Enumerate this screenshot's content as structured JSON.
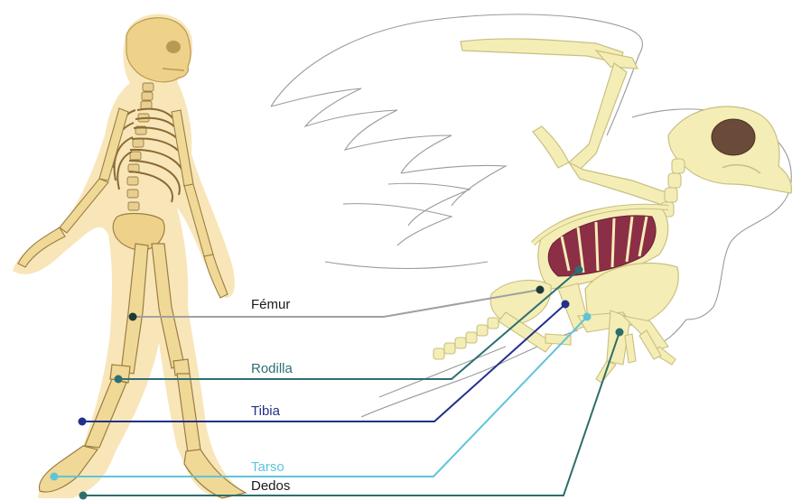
{
  "labels": {
    "femur": "Fémur",
    "rodilla": "Rodilla",
    "tibia": "Tibia",
    "tarso": "Tarso",
    "dedos": "Dedos"
  },
  "colors": {
    "femur": "#a0a0a0",
    "femur_dot": "#1e3a36",
    "rodilla": "#2e6e72",
    "tibia": "#23308a",
    "tarso": "#5ec4da",
    "dedos": "#2e6e6a",
    "bone": "#f4eeb6",
    "bone_outline": "#c9bf80",
    "human_glow": "#f6dda2",
    "lung": "#8c2f46",
    "skull_cavity": "#6a4a38",
    "wing_outline": "#9a9a9a"
  },
  "subjects": {
    "human": "human-skeleton",
    "bird": "bird-skeleton"
  }
}
